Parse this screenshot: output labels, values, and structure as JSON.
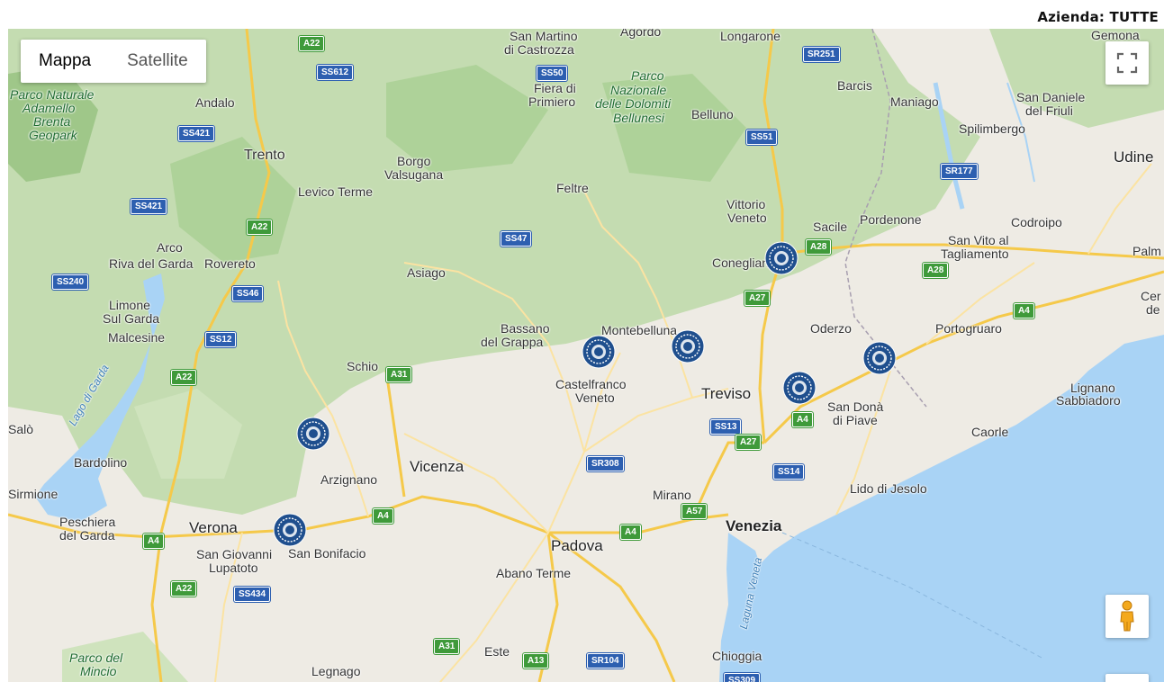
{
  "header": {
    "azienda_label": "Azienda: TUTTE"
  },
  "map_controls": {
    "type_options": [
      "Mappa",
      "Satellite"
    ],
    "selected_type": "Mappa",
    "fullscreen_icon": "fullscreen-icon",
    "streetview_icon": "pegman-icon"
  },
  "colors": {
    "sea": "#a9d3f5",
    "land": "#eeebe4",
    "forest": "#b9d6a5",
    "marker": "#1f4f8e",
    "highway_shield": "#3f9a3a",
    "state_road_shield": "#2d5fb0"
  },
  "places": [
    {
      "name": "Trento"
    },
    {
      "name": "Andalo"
    },
    {
      "name": "Borgo"
    },
    {
      "name": "Valsugana"
    },
    {
      "name": "Levico Terme"
    },
    {
      "name": "Arco"
    },
    {
      "name": "Riva del Garda"
    },
    {
      "name": "Rovereto"
    },
    {
      "name": "Limone"
    },
    {
      "name": "Sul Garda"
    },
    {
      "name": "Malcesine"
    },
    {
      "name": "Asiago"
    },
    {
      "name": "Schio"
    },
    {
      "name": "Arzignano"
    },
    {
      "name": "Vicenza"
    },
    {
      "name": "Verona"
    },
    {
      "name": "San Giovanni"
    },
    {
      "name": "Lupatoto"
    },
    {
      "name": "San Bonifacio"
    },
    {
      "name": "Bardolino"
    },
    {
      "name": "Sirmione"
    },
    {
      "name": "Peschiera"
    },
    {
      "name": "del Garda"
    },
    {
      "name": "Legnago"
    },
    {
      "name": "Padova"
    },
    {
      "name": "Abano Terme"
    },
    {
      "name": "Este"
    },
    {
      "name": "Chioggia"
    },
    {
      "name": "Venezia"
    },
    {
      "name": "Mirano"
    },
    {
      "name": "Treviso"
    },
    {
      "name": "Castelfranco"
    },
    {
      "name": "Veneto"
    },
    {
      "name": "Montebelluna"
    },
    {
      "name": "Bassano"
    },
    {
      "name": "del Grappa"
    },
    {
      "name": "Feltre"
    },
    {
      "name": "Belluno"
    },
    {
      "name": "Vittorio"
    },
    {
      "name": "Veneto"
    },
    {
      "name": "Conegliano"
    },
    {
      "name": "Sacile"
    },
    {
      "name": "Pordenone"
    },
    {
      "name": "Oderzo"
    },
    {
      "name": "San Donà"
    },
    {
      "name": "di Piave"
    },
    {
      "name": "Lido di Jesolo"
    },
    {
      "name": "Caorle"
    },
    {
      "name": "Portogruaro"
    },
    {
      "name": "Lignano"
    },
    {
      "name": "Sabbiadoro"
    },
    {
      "name": "Codroipo"
    },
    {
      "name": "San Vito al"
    },
    {
      "name": "Tagliamento"
    },
    {
      "name": "Udine"
    },
    {
      "name": "Maniago"
    },
    {
      "name": "Barcis"
    },
    {
      "name": "San Daniele"
    },
    {
      "name": "del Friuli"
    },
    {
      "name": "Spilimbergo"
    },
    {
      "name": "Longarone"
    },
    {
      "name": "Gemona"
    },
    {
      "name": "Agordo"
    },
    {
      "name": "San Martino"
    },
    {
      "name": "di Castrozza"
    },
    {
      "name": "Fiera di"
    },
    {
      "name": "Primiero"
    },
    {
      "name": "Palm"
    },
    {
      "name": "Cer"
    },
    {
      "name": "de"
    },
    {
      "name": "Salò"
    }
  ],
  "parks": [
    {
      "name": "Parco Naturale"
    },
    {
      "name": "Adamello"
    },
    {
      "name": "Brenta"
    },
    {
      "name": "Geopark"
    },
    {
      "name": "Parco"
    },
    {
      "name": "Nazionale"
    },
    {
      "name": "delle Dolomiti"
    },
    {
      "name": "Bellunesi"
    },
    {
      "name": "Parco del"
    },
    {
      "name": "Mincio"
    }
  ],
  "waters": [
    {
      "name": "Lago di Garda"
    },
    {
      "name": "Laguna Veneta"
    }
  ],
  "roads": [
    {
      "ref": "A22"
    },
    {
      "ref": "SS612"
    },
    {
      "ref": "SS50"
    },
    {
      "ref": "SR251"
    },
    {
      "ref": "SS421"
    },
    {
      "ref": "SS421"
    },
    {
      "ref": "A22"
    },
    {
      "ref": "SS47"
    },
    {
      "ref": "SS51"
    },
    {
      "ref": "SR177"
    },
    {
      "ref": "A28"
    },
    {
      "ref": "A28"
    },
    {
      "ref": "SS240"
    },
    {
      "ref": "SS46"
    },
    {
      "ref": "A27"
    },
    {
      "ref": "SS12"
    },
    {
      "ref": "A4"
    },
    {
      "ref": "A22"
    },
    {
      "ref": "A31"
    },
    {
      "ref": "SS13"
    },
    {
      "ref": "A4"
    },
    {
      "ref": "A27"
    },
    {
      "ref": "SR308"
    },
    {
      "ref": "SS14"
    },
    {
      "ref": "A4"
    },
    {
      "ref": "A57"
    },
    {
      "ref": "A4"
    },
    {
      "ref": "A4"
    },
    {
      "ref": "A22"
    },
    {
      "ref": "SS434"
    },
    {
      "ref": "A31"
    },
    {
      "ref": "A13"
    },
    {
      "ref": "SR104"
    },
    {
      "ref": "SS309"
    }
  ],
  "markers": [
    {
      "icon": "seal-marker-icon"
    },
    {
      "icon": "seal-marker-icon"
    },
    {
      "icon": "seal-marker-icon"
    },
    {
      "icon": "seal-marker-icon"
    },
    {
      "icon": "seal-marker-icon"
    },
    {
      "icon": "seal-marker-icon"
    },
    {
      "icon": "seal-marker-icon"
    }
  ]
}
